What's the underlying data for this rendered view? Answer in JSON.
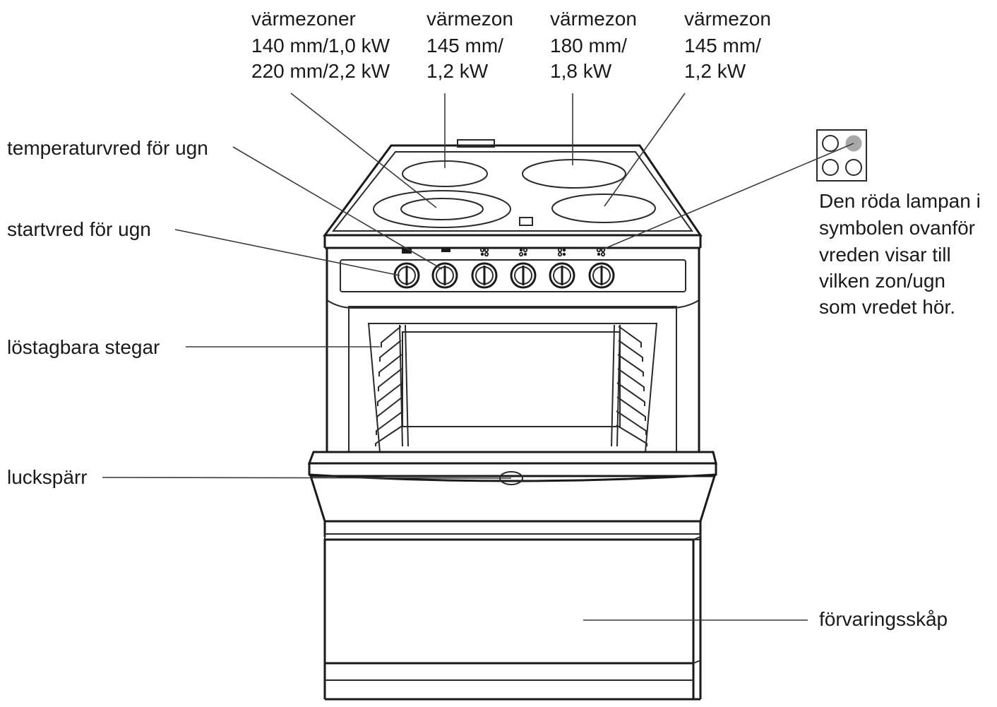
{
  "zone_labels": [
    {
      "lines": [
        "värmezoner",
        "140 mm/1,0 kW",
        "220 mm/2,2 kW"
      ]
    },
    {
      "lines": [
        "värmezon",
        "145 mm/",
        "1,2 kW"
      ]
    },
    {
      "lines": [
        "värmezon",
        "180 mm/",
        "1,8 kW"
      ]
    },
    {
      "lines": [
        "värmezon",
        "145 mm/",
        "1,2 kW"
      ]
    }
  ],
  "left_labels": {
    "oven_temp_knob": "temperaturvred för ugn",
    "oven_start_knob": "startvred för ugn",
    "removable_racks": "löstagbara stegar",
    "door_latch": "luckspärr"
  },
  "right_labels": {
    "lamp_note": [
      "Den röda lampan i",
      "symbolen ovanför",
      "vreden visar till",
      "vilken zon/ugn",
      "som vredet hör."
    ],
    "storage": "förvaringsskåp"
  },
  "colors": {
    "line": "#1a1a1a",
    "indicator_lamp": "#a8a8a8",
    "background": "#ffffff"
  }
}
